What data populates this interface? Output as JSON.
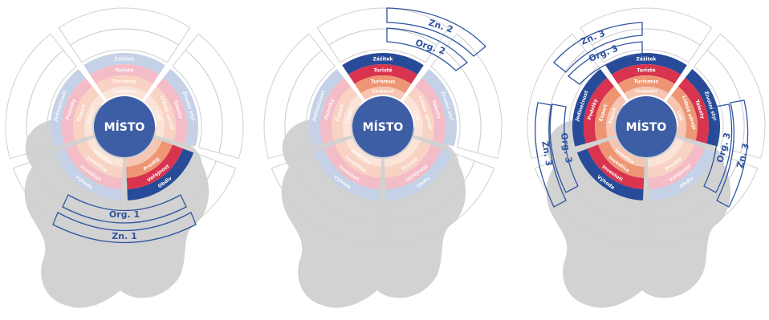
{
  "colors": {
    "center": "#3d5ea5",
    "ring4": "#274b98",
    "ring3": "#d8344f",
    "ring2": "#ee9574",
    "ring1": "#f6c6b2",
    "ring4_faded": "#c4d1e7",
    "ring3_faded": "#f4bcc7",
    "ring2_faded": "#f8d2c3",
    "ring1_faded": "#fbe3d8",
    "outline": "#cfcfcf",
    "highlight_outline": "#2f55a0",
    "blob": "#d2d2d2"
  },
  "center_label": "MÍSTO",
  "ring_labels": {
    "r4": [
      "Zážitek",
      "Životní styl",
      "Obdiv",
      "Výhoda",
      "Jedinečnost"
    ],
    "r3": [
      "Turisté",
      "Talenty",
      "Veřejnost",
      "Investoři",
      "Podniky"
    ],
    "r2": [
      "Turismus",
      "Lidské zdroje",
      "Prestiž",
      "Investice",
      "Export"
    ],
    "r1": [
      "Cestovní",
      "Lidé",
      "",
      "Investice",
      "Export"
    ]
  },
  "diagrams": [
    {
      "id": "d1",
      "active_segment": 2,
      "org_label": "Org. 1",
      "zn_label": "Zn. 1"
    },
    {
      "id": "d2",
      "active_segment": 0,
      "org_label": "Org. 2",
      "zn_label": "Zn. 2"
    },
    {
      "id": "d3",
      "active_segments": [
        0,
        1,
        3,
        4
      ],
      "org_label": "Org. 3",
      "zn_label": "Zn. 3"
    }
  ]
}
